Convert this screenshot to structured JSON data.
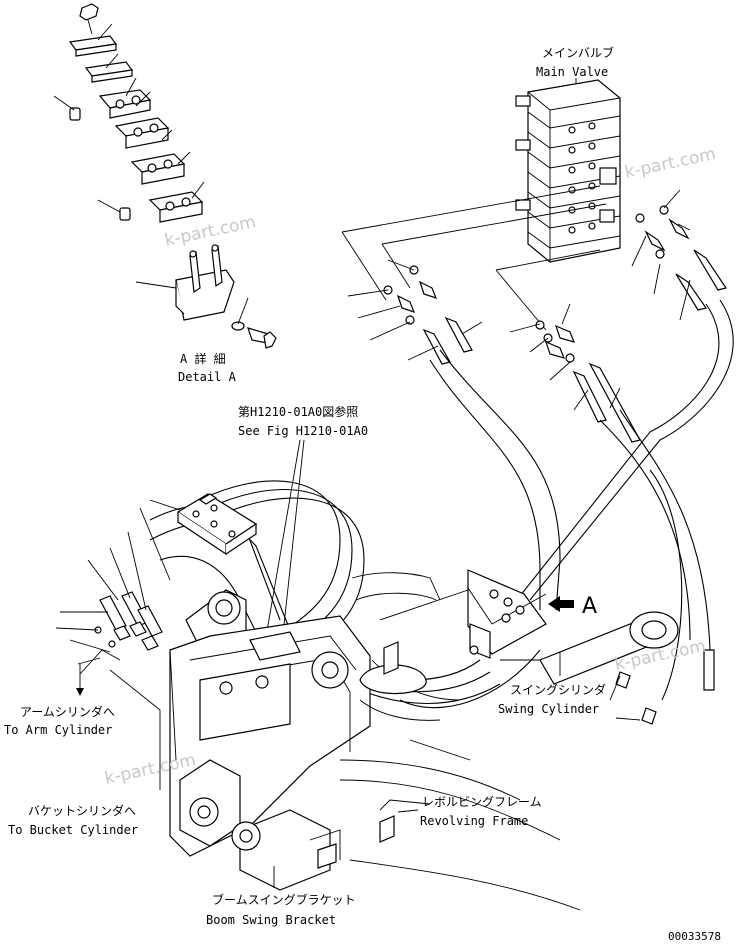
{
  "labels": {
    "main_valve_jp": "メインバルブ",
    "main_valve_en": "Main Valve",
    "detail_jp": "A 詳 細",
    "detail_en": "Detail A",
    "see_fig_jp": "第H1210-01A0図参照",
    "see_fig_en": "See Fig H1210-01A0",
    "arm_cyl_jp": "アームシリンダへ",
    "arm_cyl_en": "To Arm Cylinder",
    "bucket_cyl_jp": "バケットシリンダへ",
    "bucket_cyl_en": "To Bucket Cylinder",
    "swing_cyl_jp": "スイングシリンダ",
    "swing_cyl_en": "Swing Cylinder",
    "rev_frame_jp": "レボルビングフレーム",
    "rev_frame_en": "Revolving Frame",
    "boom_bracket_jp": "ブームスイングブラケット",
    "boom_bracket_en": "Boom Swing Bracket",
    "view_arrow": "A",
    "drawing_number": "00033578"
  },
  "watermarks": [
    "k-part.com",
    "k-part.com",
    "k-part.com",
    "k-part.com"
  ],
  "icons": {
    "view_arrow": "view-direction-arrow-icon"
  }
}
